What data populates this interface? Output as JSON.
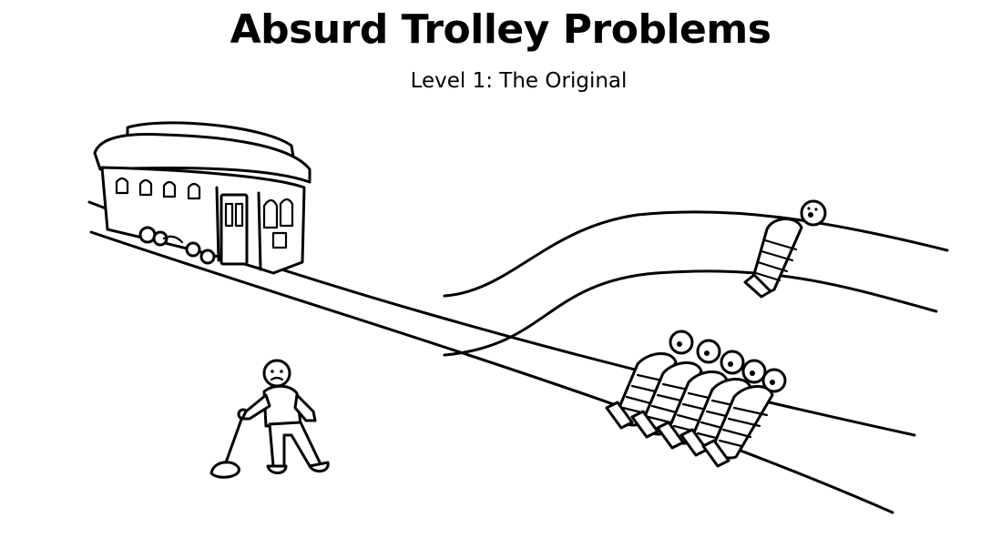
{
  "game": {
    "title": "Absurd Trolley Problems",
    "level_label": "Level 1: The Original"
  },
  "scene": {
    "trolley_icon": "trolley-icon",
    "lever_icon": "lever-icon",
    "operator_icon": "person-icon",
    "victims_main_track": 5,
    "victims_side_track": 1,
    "ink_color": "#000000",
    "background_color": "#ffffff"
  }
}
